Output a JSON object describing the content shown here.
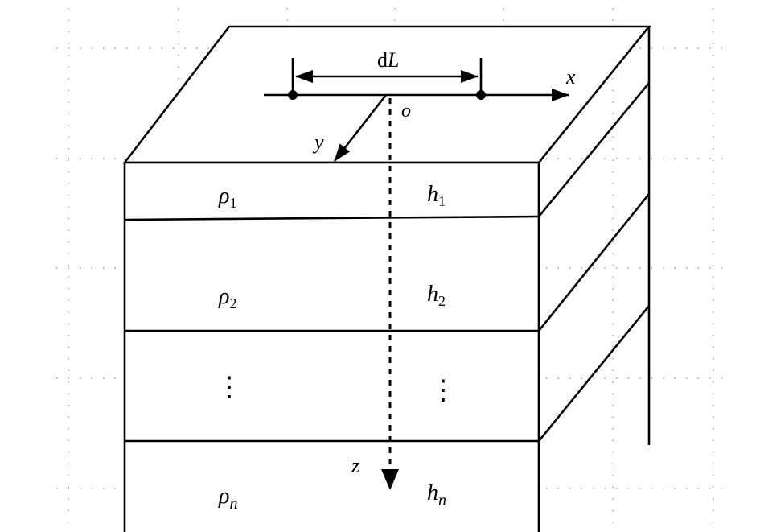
{
  "diagram": {
    "dipole_label_prefix": "d",
    "dipole_label_var": "L",
    "axis_x": "x",
    "axis_y": "y",
    "axis_z": "z",
    "origin": "o",
    "layers": [
      {
        "rho": "ρ",
        "rho_sub": "1",
        "h": "h",
        "h_sub": "1"
      },
      {
        "rho": "ρ",
        "rho_sub": "2",
        "h": "h",
        "h_sub": "2"
      },
      {
        "rho": "ρ",
        "rho_sub": "n",
        "h": "h",
        "h_sub": "n"
      }
    ],
    "ellipsis_glyph": "⋮",
    "colors": {
      "line": "#000000",
      "grid": "#9a9a9a",
      "background": "#ffffff"
    }
  }
}
